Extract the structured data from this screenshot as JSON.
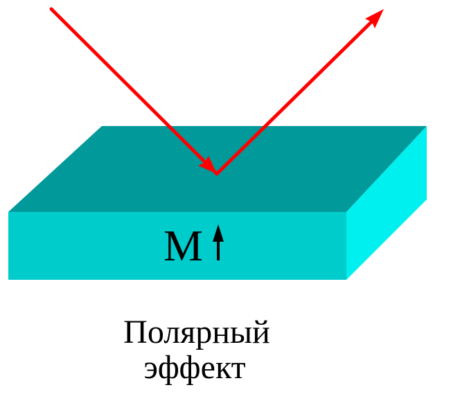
{
  "diagram": {
    "magnetization_symbol": "M",
    "caption_line1": "Полярный",
    "caption_line2": "эффект",
    "colors": {
      "slab_top": "#019999",
      "slab_front": "#00cccc",
      "slab_side": "#00f0f0",
      "beam": "#ff0000",
      "arrow": "#000000",
      "text": "#000000"
    }
  }
}
